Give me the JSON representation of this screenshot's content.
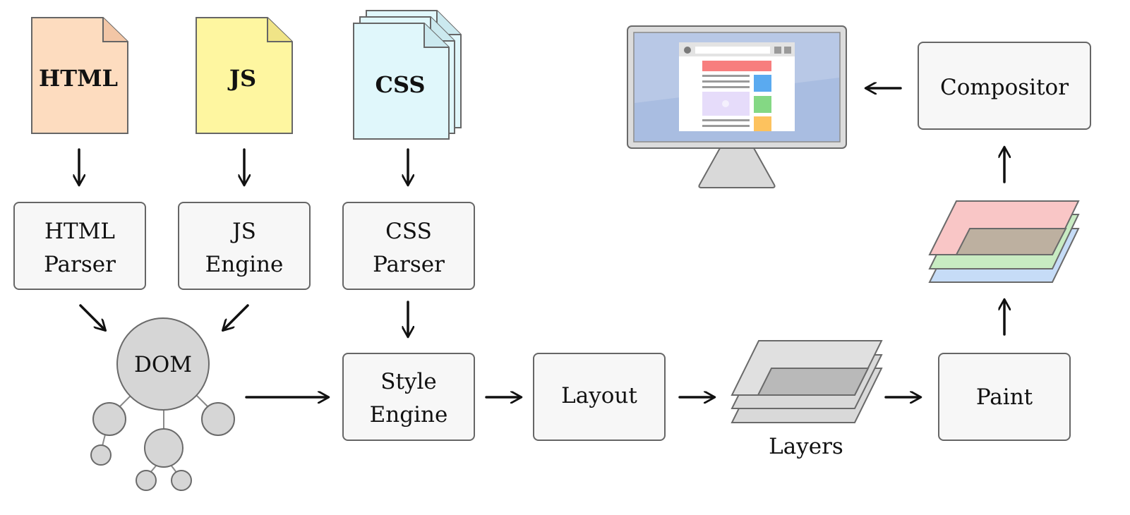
{
  "files": {
    "html": {
      "label": "HTML",
      "color": "#fddcbf"
    },
    "js": {
      "label": "JS",
      "color": "#fef6a0"
    },
    "css": {
      "label": "CSS",
      "color": "#e0f7fb"
    }
  },
  "boxes": {
    "html_parser": [
      "HTML",
      "Parser"
    ],
    "js_engine": [
      "JS",
      "Engine"
    ],
    "css_parser": [
      "CSS",
      "Parser"
    ],
    "style_engine": [
      "Style",
      "Engine"
    ],
    "layout": "Layout",
    "paint": "Paint",
    "compositor": "Compositor"
  },
  "dom_label": "DOM",
  "layers_label": "Layers",
  "colors": {
    "box_fill": "#f7f7f7",
    "box_stroke": "#666666",
    "node_fill": "#d6d6d6",
    "layer_gray": "#d9d9d9",
    "layer_red": "#f9c6c6",
    "layer_green": "#c8ebc2",
    "layer_blue": "#c6dcf7",
    "screen_bg": "#b8c8e6",
    "page_header": "#f77e7e",
    "tile_blue": "#5aaaf0",
    "tile_green": "#84d884",
    "tile_orange": "#fdc25e",
    "image_placeholder": "#e6dcfa"
  }
}
